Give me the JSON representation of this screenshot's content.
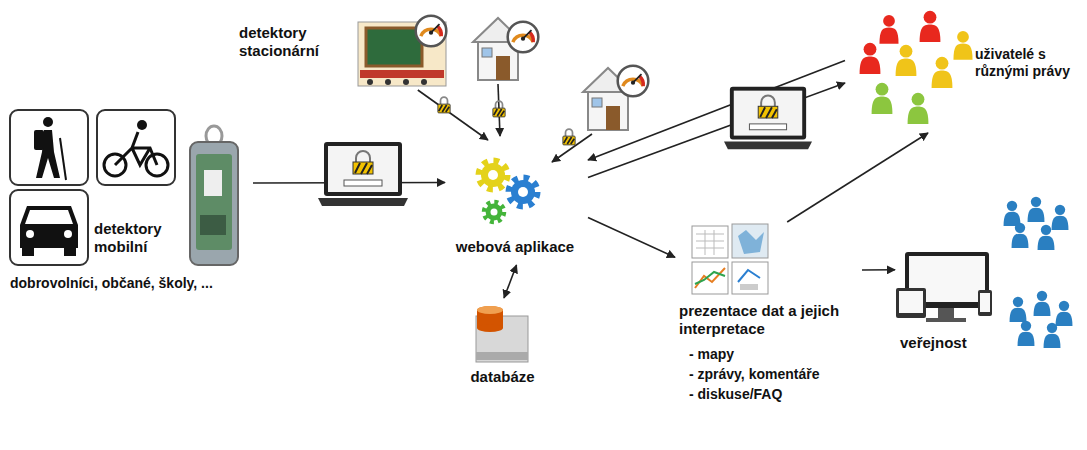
{
  "diagram": {
    "nodes": [
      {
        "text": [
          "detektory stacionární"
        ]
      },
      {
        "text": [
          "detektory mobilní",
          "dobrovolníci, občané, školy, ..."
        ]
      },
      {
        "text": [
          "webová aplikace"
        ]
      },
      {
        "text": [
          "databáze"
        ]
      },
      {
        "text": [
          "uživatelé s různými právy"
        ]
      },
      {
        "text": [
          "prezentace dat a jejich interpretace",
          "- mapy",
          "- zprávy, komentáře",
          "- diskuse/FAQ"
        ]
      },
      {
        "text": [
          "veřejnost"
        ]
      }
    ],
    "edges": [
      {
        "from": 0,
        "to": 2,
        "arrow": "to"
      },
      {
        "from": 1,
        "to": 2,
        "arrow": "to"
      },
      {
        "from": 2,
        "to": 3,
        "arrow": "both"
      },
      {
        "from": 2,
        "to": 4,
        "arrow": "to"
      },
      {
        "from": 4,
        "to": 2,
        "arrow": "to"
      },
      {
        "from": 2,
        "to": 5,
        "arrow": "to"
      },
      {
        "from": 5,
        "to": 4,
        "arrow": "to"
      },
      {
        "from": 5,
        "to": 6,
        "arrow": "to"
      }
    ]
  }
}
